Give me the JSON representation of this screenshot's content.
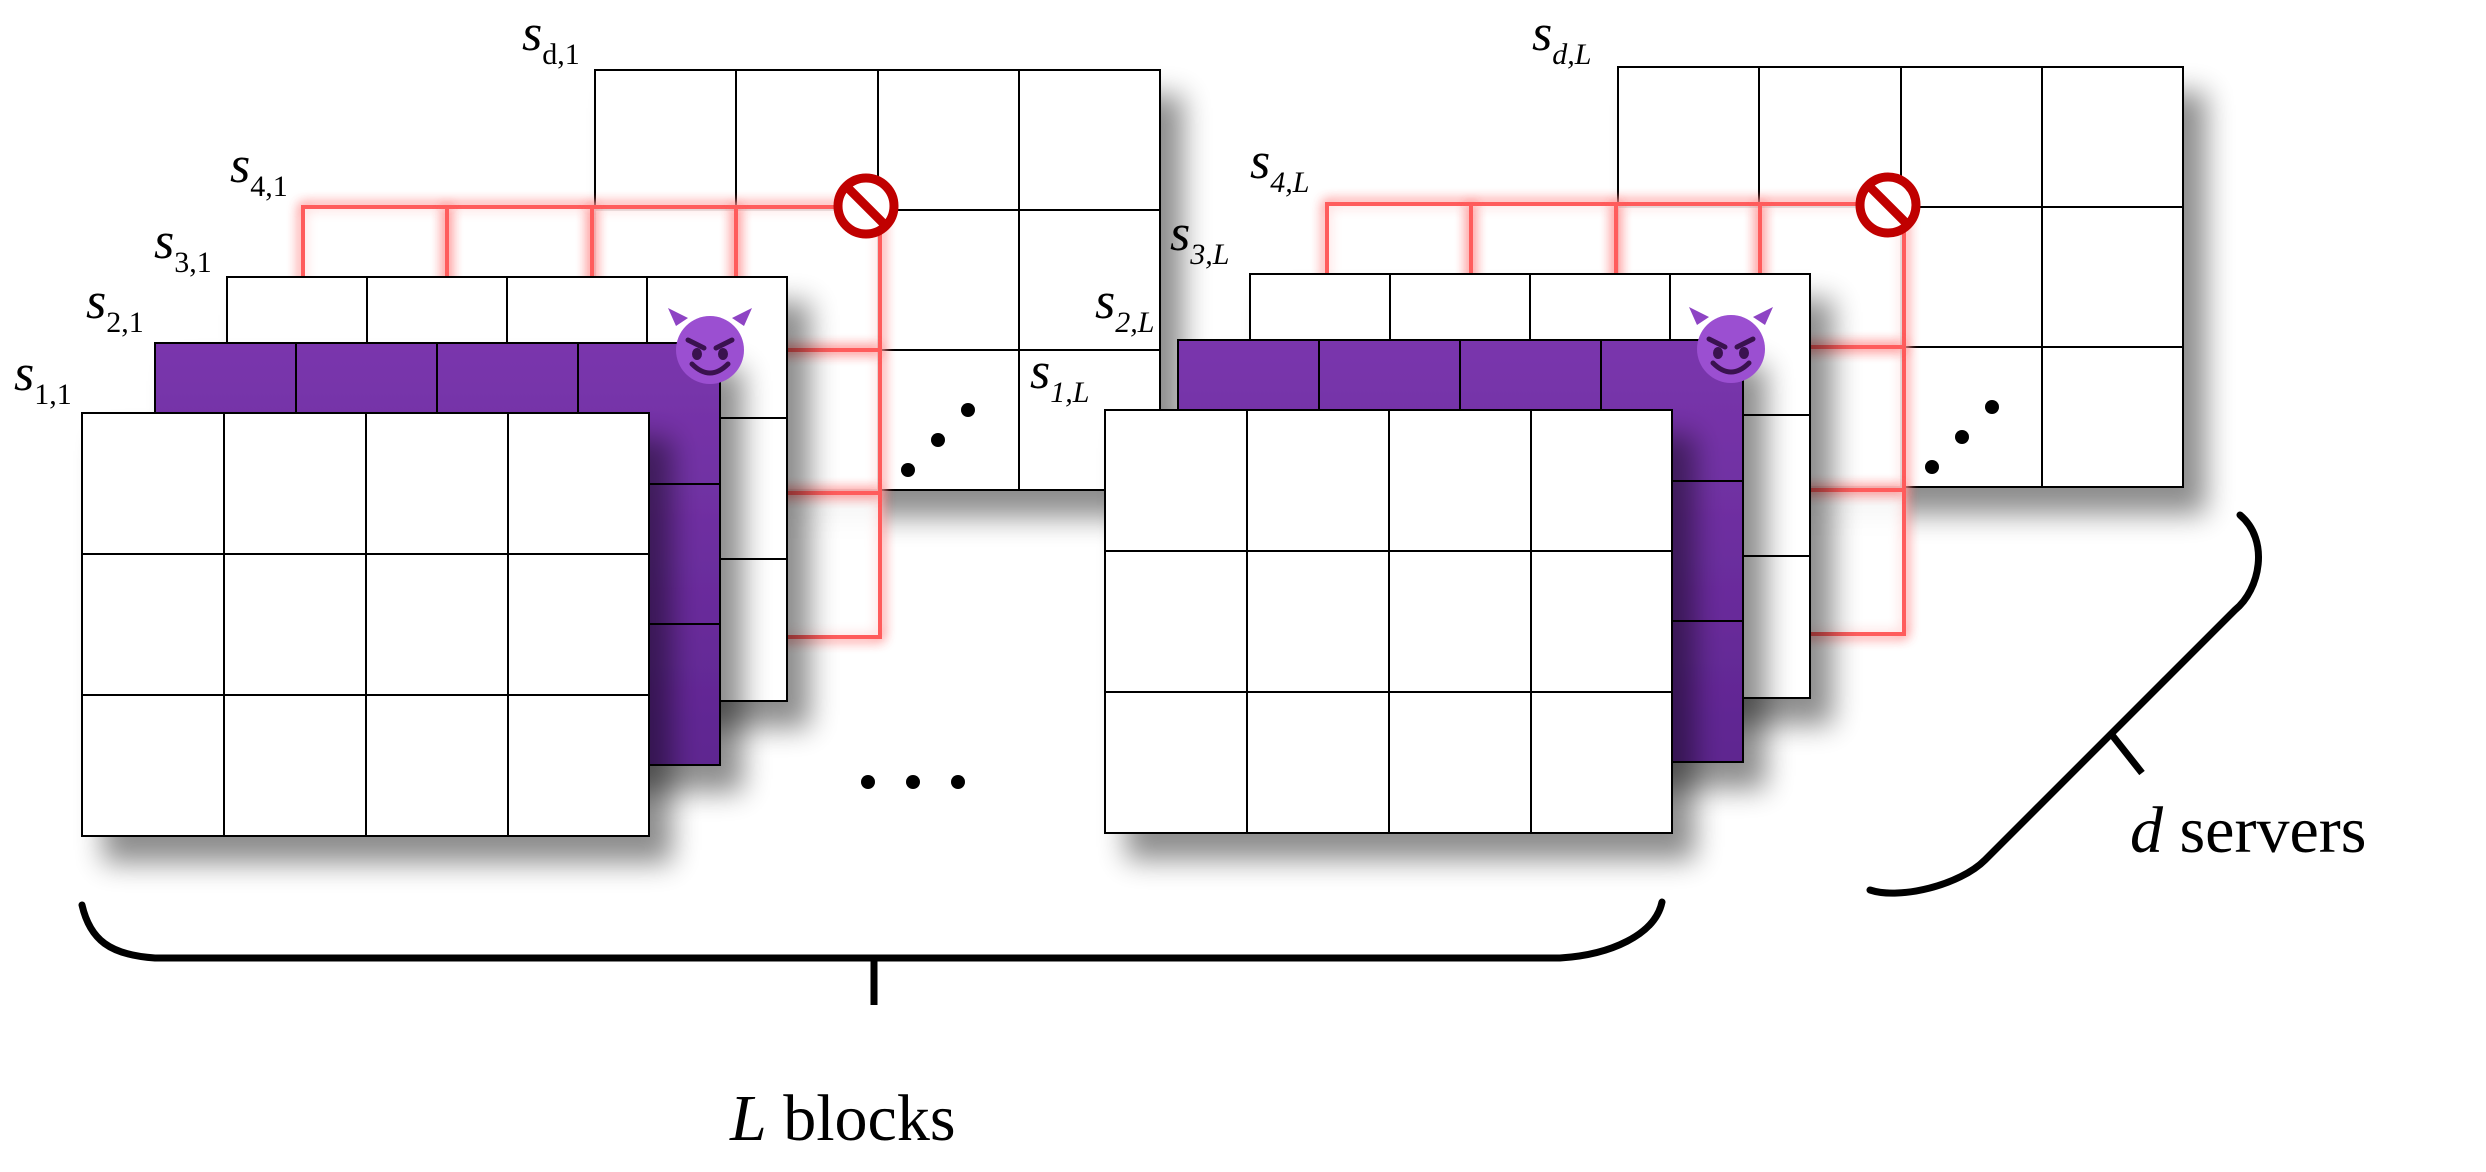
{
  "labels": {
    "left_block": {
      "s_d": {
        "base": "s",
        "sub": "d,1"
      },
      "s_4": {
        "base": "s",
        "sub": "4,1"
      },
      "s_3": {
        "base": "s",
        "sub": "3,1"
      },
      "s_2": {
        "base": "s",
        "sub": "2,1"
      },
      "s_1": {
        "base": "s",
        "sub": "1,1"
      }
    },
    "right_block": {
      "s_d": {
        "base": "s",
        "sub": "d,L"
      },
      "s_4": {
        "base": "s",
        "sub": "4,L"
      },
      "s_3": {
        "base": "s",
        "sub": "3,L"
      },
      "s_2": {
        "base": "s",
        "sub": "2,L"
      },
      "s_1": {
        "base": "s",
        "sub": "1,L"
      }
    }
  },
  "ellipsis_diag": "⋰",
  "ellipsis_mid": "• • •",
  "annotations": {
    "servers": {
      "var": "d",
      "text": " servers"
    },
    "blocks": {
      "var": "L",
      "text": " blocks"
    }
  },
  "icons": {
    "blocked": "no-entry-icon",
    "adversary": "devil-emoji-icon"
  },
  "colors": {
    "purple": "#7030a0",
    "red_glow": "#ff4d4d",
    "grid": "#000000",
    "block_icon": "#c00000"
  }
}
